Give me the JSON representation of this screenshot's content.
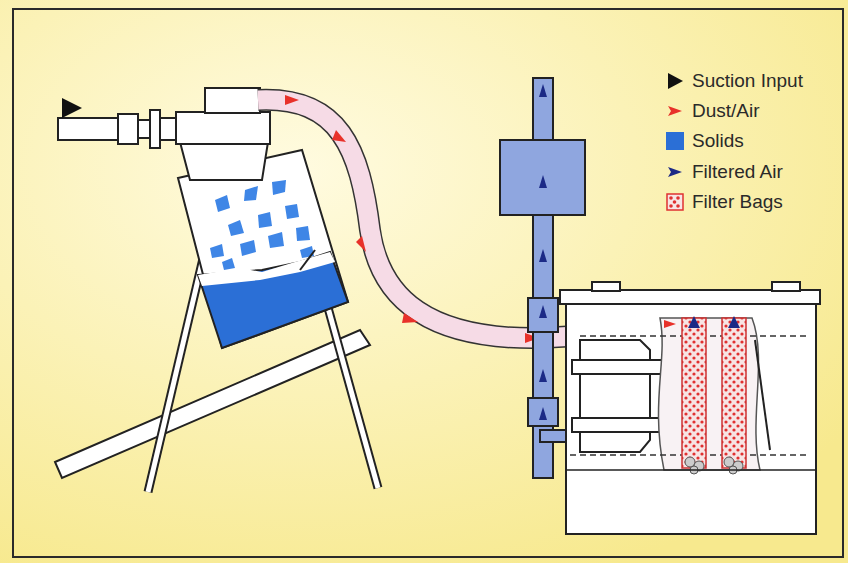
{
  "diagram": {
    "legend": [
      {
        "text": "Suction Input"
      },
      {
        "text": "Dust/Air"
      },
      {
        "text": "Solids",
        "color": "#2b6fd6"
      },
      {
        "text": "Filtered Air"
      },
      {
        "text": "Filter Bags"
      }
    ]
  }
}
